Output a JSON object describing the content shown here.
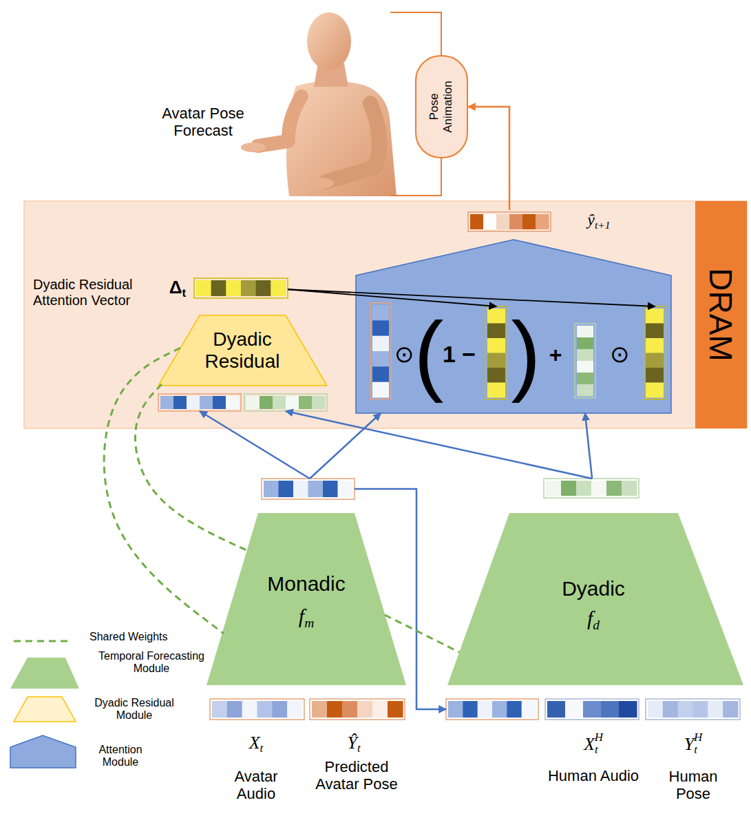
{
  "diagram": {
    "nodes": [
      {
        "text": [
          "Pose Animation"
        ]
      },
      {
        "text": [
          "DRAM"
        ]
      },
      {
        "text": [
          "ŷt+1"
        ],
        "in": 1
      },
      {
        "text": [
          "Dyadic Residual Attention Vector",
          "Δt"
        ],
        "in": 1
      },
      {
        "text": [
          "Dyadic Residual"
        ],
        "in": 1
      },
      {
        "text": [
          "⊙",
          "(",
          "1 −",
          ")",
          "+",
          "⊙"
        ],
        "in": 1
      },
      {
        "text": [
          "Monadic",
          "fm"
        ]
      },
      {
        "text": [
          "Dyadic",
          "fd"
        ]
      }
    ],
    "edges": [
      {
        "from": 2,
        "to": 0,
        "arrow": "to"
      },
      {
        "from": 3,
        "to": 5,
        "arrow": "to"
      },
      {
        "from": 3,
        "to": 5,
        "arrow": "to"
      },
      {
        "from": 6,
        "to": 4,
        "arrow": "to"
      },
      {
        "from": 6,
        "to": 5,
        "arrow": "to"
      },
      {
        "from": 6,
        "to": 7,
        "arrow": "to"
      },
      {
        "from": 7,
        "to": 4,
        "arrow": "to"
      },
      {
        "from": 7,
        "to": 5,
        "arrow": "to"
      },
      {
        "from": 4,
        "to": 6,
        "arrow": "none"
      },
      {
        "from": 4,
        "to": 6,
        "arrow": "none"
      },
      {
        "from": 6,
        "to": 7,
        "arrow": "none"
      }
    ],
    "labels": [
      "Avatar Pose Forecast",
      "Xt",
      "Avatar Audio",
      "Ŷt",
      "Predicted Avatar Pose",
      "XtH",
      "Human Audio",
      "YtH",
      "Human Pose"
    ],
    "legend": [
      {
        "text": "Shared Weights"
      },
      {
        "text": "Temporal Forecasting Module"
      },
      {
        "text": "Dyadic Residual Module"
      },
      {
        "text": "Attention Module"
      }
    ]
  }
}
